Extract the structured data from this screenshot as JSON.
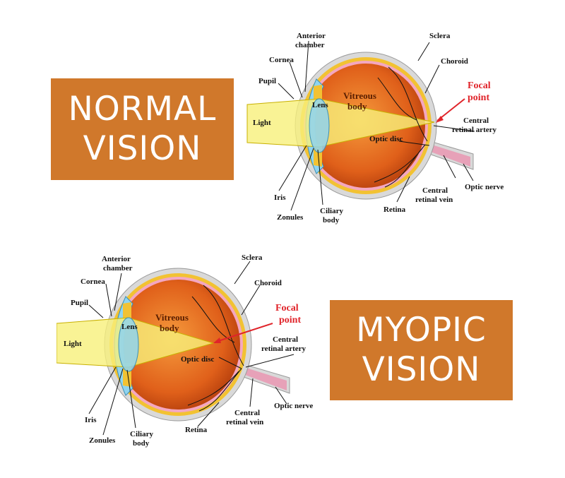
{
  "panels": [
    {
      "title_lines": [
        "NORMAL",
        "VISION"
      ],
      "labels": {
        "anterior_chamber": [
          "Anterior",
          "chamber"
        ],
        "cornea": "Cornea",
        "pupil": "Pupil",
        "lens": "Lens",
        "light": "Light",
        "vitreous_body": [
          "Vitreous",
          "body"
        ],
        "sclera": "Sclera",
        "choroid": "Choroid",
        "focal_point": [
          "Focal",
          "point"
        ],
        "central_retinal_artery": [
          "Central",
          "retinal artery"
        ],
        "optic_disc": "Optic disc",
        "optic_nerve": "Optic nerve",
        "central_retinal_vein": [
          "Central",
          "retinal vein"
        ],
        "retina": "Retina",
        "iris": "Iris",
        "zonules": "Zonules",
        "ciliary_body": [
          "Ciliary",
          "body"
        ]
      }
    },
    {
      "title_lines": [
        "MYOPIC",
        "VISION"
      ],
      "labels": {
        "anterior_chamber": [
          "Anterior",
          "chamber"
        ],
        "cornea": "Cornea",
        "pupil": "Pupil",
        "lens": "Lens",
        "light": "Light",
        "vitreous_body": [
          "Vitreous",
          "body"
        ],
        "sclera": "Sclera",
        "choroid": "Choroid",
        "focal_point": [
          "Focal",
          "point"
        ],
        "central_retinal_artery": [
          "Central",
          "retinal artery"
        ],
        "optic_disc": "Optic disc",
        "optic_nerve": "Optic nerve",
        "central_retinal_vein": [
          "Central",
          "retinal vein"
        ],
        "retina": "Retina",
        "iris": "Iris",
        "zonules": "Zonules",
        "ciliary_body": [
          "Ciliary",
          "body"
        ]
      }
    }
  ],
  "colors": {
    "badge": "#d0782b",
    "sclera": "#d9d9d9",
    "choroid": "#f2c232",
    "retina": "#f4a7c0",
    "vitreous": "#e66a14",
    "light_beam": "#f7f07a",
    "lens": "#8fd4ef",
    "focal_label": "#e0242a"
  }
}
